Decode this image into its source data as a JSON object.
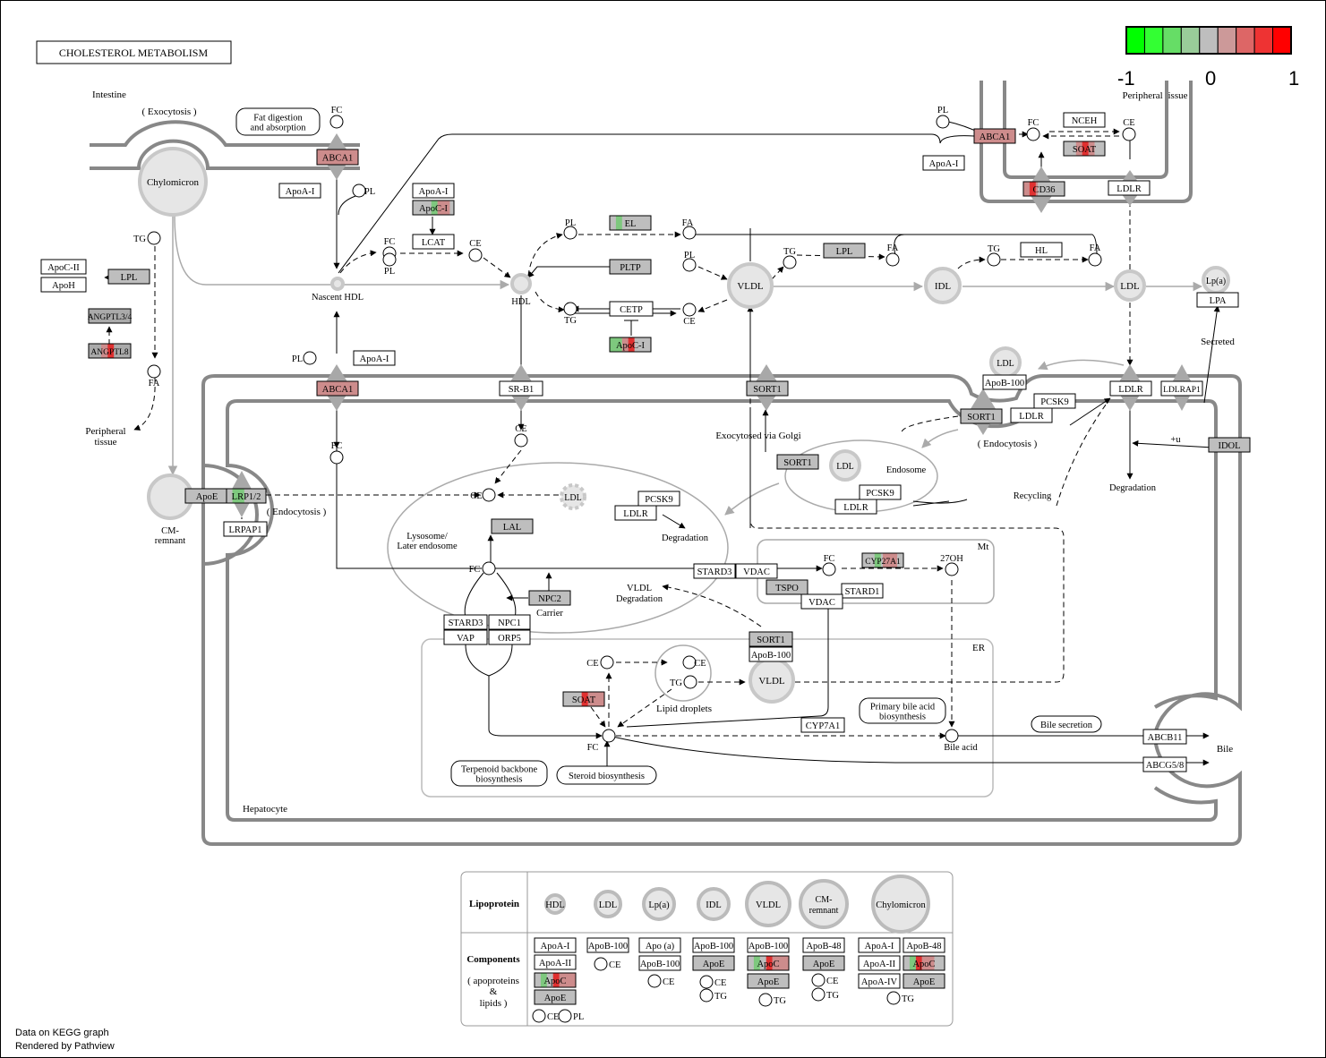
{
  "title": "CHOLESTEROL METABOLISM",
  "footer": {
    "line1": "Data on KEGG graph",
    "line2": "Rendered by Pathview"
  },
  "scale": {
    "min": "-1",
    "mid": "0",
    "max": "1",
    "caption": "Peripheral tissue",
    "colors": [
      "#00ff00",
      "#33ff33",
      "#66dd66",
      "#99cc99",
      "#bebebe",
      "#cc9999",
      "#dd6666",
      "#ee3333",
      "#ff0000"
    ]
  },
  "colors": {
    "node_gray": "#bebebe",
    "up_red": "#e03030",
    "mild_red": "#cd8888",
    "down_green": "#7ec87e",
    "membrane": "#888888",
    "sphere": "#e6e6e6"
  },
  "nodes": [
    {
      "label": "ABCA1",
      "fill": "#cd8c8c"
    },
    {
      "label": "ApoA-I",
      "fill": "#ffffff"
    },
    {
      "label": "ApoA-I",
      "fill": "#ffffff"
    },
    {
      "label": "ApoC-I",
      "fill": "#bebebe"
    },
    {
      "label": "LCAT",
      "fill": "#ffffff"
    },
    {
      "label": "ApoC-II",
      "fill": "#ffffff"
    },
    {
      "label": "LPL",
      "fill": "#bebebe"
    },
    {
      "label": "ApoH",
      "fill": "#ffffff"
    },
    {
      "label": "ANGPTL3/4",
      "fill": "#aaaaaa"
    },
    {
      "label": "ANGPTL8",
      "fill": "#aaaaaa"
    },
    {
      "label": "EL",
      "fill": "#bebebe"
    },
    {
      "label": "PLTP",
      "fill": "#bebebe"
    },
    {
      "label": "CETP",
      "fill": "#ffffff"
    },
    {
      "label": "ApoC-I",
      "fill": "#bebebe"
    },
    {
      "label": "LPL",
      "fill": "#bebebe"
    },
    {
      "label": "HL",
      "fill": "#ffffff"
    },
    {
      "label": "ApoA-I",
      "fill": "#ffffff"
    },
    {
      "label": "ABCA1",
      "fill": "#cd8c8c"
    },
    {
      "label": "NCEH",
      "fill": "#ffffff"
    },
    {
      "label": "SOAT",
      "fill": "#bebebe"
    },
    {
      "label": "CD36",
      "fill": "#bebebe"
    },
    {
      "label": "LDLR",
      "fill": "#ffffff"
    },
    {
      "label": "LPA",
      "fill": "#ffffff"
    },
    {
      "label": "ApoA-I",
      "fill": "#ffffff"
    },
    {
      "label": "ABCA1",
      "fill": "#cd8c8c"
    },
    {
      "label": "SR-B1",
      "fill": "#ffffff"
    },
    {
      "label": "SORT1",
      "fill": "#bebebe"
    },
    {
      "label": "ApoB-100",
      "fill": "#ffffff"
    },
    {
      "label": "SORT1",
      "fill": "#bebebe"
    },
    {
      "label": "LDLR",
      "fill": "#ffffff"
    },
    {
      "label": "PCSK9",
      "fill": "#ffffff"
    },
    {
      "label": "LDLR",
      "fill": "#ffffff"
    },
    {
      "label": "LDLRAP1",
      "fill": "#ffffff"
    },
    {
      "label": "IDOL",
      "fill": "#bebebe"
    },
    {
      "label": "SORT1",
      "fill": "#bebebe"
    },
    {
      "label": "PCSK9",
      "fill": "#ffffff"
    },
    {
      "label": "LDLR",
      "fill": "#ffffff"
    },
    {
      "label": "ApoE",
      "fill": "#bebebe"
    },
    {
      "label": "LRP1/2",
      "fill": "#bebebe"
    },
    {
      "label": "LRPAP1",
      "fill": "#ffffff"
    },
    {
      "label": "PCSK9",
      "fill": "#ffffff"
    },
    {
      "label": "LDLR",
      "fill": "#ffffff"
    },
    {
      "label": "LAL",
      "fill": "#bebebe"
    },
    {
      "label": "STARD3",
      "fill": "#ffffff"
    },
    {
      "label": "VDAC",
      "fill": "#ffffff"
    },
    {
      "label": "CYP27A1",
      "fill": "#bebebe"
    },
    {
      "label": "TSPO",
      "fill": "#bebebe"
    },
    {
      "label": "STARD1",
      "fill": "#ffffff"
    },
    {
      "label": "VDAC",
      "fill": "#ffffff"
    },
    {
      "label": "NPC2",
      "fill": "#bebebe"
    },
    {
      "label": "STARD3",
      "fill": "#ffffff"
    },
    {
      "label": "VAP",
      "fill": "#ffffff"
    },
    {
      "label": "NPC1",
      "fill": "#ffffff"
    },
    {
      "label": "ORP5",
      "fill": "#ffffff"
    },
    {
      "label": "SORT1",
      "fill": "#bebebe"
    },
    {
      "label": "ApoB-100",
      "fill": "#ffffff"
    },
    {
      "label": "SOAT",
      "fill": "#bebebe"
    },
    {
      "label": "CYP7A1",
      "fill": "#ffffff"
    },
    {
      "label": "ABCB11",
      "fill": "#ffffff"
    },
    {
      "label": "ABCG5/8",
      "fill": "#ffffff"
    }
  ],
  "circles": [
    {
      "label": "FC"
    },
    {
      "label": "PL"
    },
    {
      "label": "TG"
    },
    {
      "label": "FA"
    },
    {
      "label": "FC"
    },
    {
      "label": "PL"
    },
    {
      "label": "CE"
    },
    {
      "label": "PL"
    },
    {
      "label": "FA"
    },
    {
      "label": "PL"
    },
    {
      "label": "TG"
    },
    {
      "label": "CE"
    },
    {
      "label": "TG"
    },
    {
      "label": "FA"
    },
    {
      "label": "TG"
    },
    {
      "label": "FA"
    },
    {
      "label": "PL"
    },
    {
      "label": "FC"
    },
    {
      "label": "CE"
    },
    {
      "label": "PL"
    },
    {
      "label": "FC"
    },
    {
      "label": "CE"
    },
    {
      "label": "CE"
    },
    {
      "label": "FC"
    },
    {
      "label": "FC"
    },
    {
      "label": "27OH"
    },
    {
      "label": "CE"
    },
    {
      "label": "CE"
    },
    {
      "label": "TG"
    },
    {
      "label": "FC"
    },
    {
      "label": "Bile acid"
    }
  ],
  "spheres": [
    {
      "label": "Chylomicron"
    },
    {
      "label": "Nascent HDL"
    },
    {
      "label": "HDL"
    },
    {
      "label": "VLDL"
    },
    {
      "label": "IDL"
    },
    {
      "label": "LDL"
    },
    {
      "label": "Lp(a)"
    },
    {
      "label": "LDL"
    },
    {
      "label": "CM-remnant"
    },
    {
      "label": "LDL"
    },
    {
      "label": "LDL"
    },
    {
      "label": "VLDL"
    }
  ],
  "labels": [
    {
      "text": "Intestine"
    },
    {
      "text": "( Exocytosis )"
    },
    {
      "text": "Peripheral"
    },
    {
      "text": "tissue"
    },
    {
      "text": "Secreted"
    },
    {
      "text": "( Endocytosis )"
    },
    {
      "text": "Exocytosed via Golgi"
    },
    {
      "text": "Endosome"
    },
    {
      "text": "Recycling"
    },
    {
      "text": "Degradation"
    },
    {
      "text": "+u"
    },
    {
      "text": "( Endocytosis )"
    },
    {
      "text": "CM-"
    },
    {
      "text": "remnant"
    },
    {
      "text": "Lysosome/"
    },
    {
      "text": "Later endosome"
    },
    {
      "text": "Degradation"
    },
    {
      "text": "Carrier"
    },
    {
      "text": "VLDL"
    },
    {
      "text": "Degradation"
    },
    {
      "text": "Mt"
    },
    {
      "text": "ER"
    },
    {
      "text": "Lipid droplets"
    },
    {
      "text": "Bile"
    },
    {
      "text": "Hepatocyte"
    }
  ],
  "maps": [
    {
      "lines": [
        "Fat digestion",
        "and absorption"
      ]
    },
    {
      "lines": [
        "Primary bile acid",
        "biosynthesis"
      ]
    },
    {
      "lines": [
        "Bile secretion"
      ]
    },
    {
      "lines": [
        "Terpenoid backbone",
        "biosynthesis"
      ]
    },
    {
      "lines": [
        "Steroid biosynthesis"
      ]
    }
  ],
  "legend": {
    "row1_title": "Lipoprotein",
    "row2_title": "Components",
    "row2_sub": [
      "( apoproteins",
      "&",
      "lipids )"
    ],
    "lipoproteins": [
      "HDL",
      "LDL",
      "Lp(a)",
      "IDL",
      "VLDL",
      "CM-remnant",
      "Chylomicron"
    ],
    "components": [
      [
        "ApoA-I",
        "ApoA-II",
        "ApoC",
        "ApoE",
        "CE",
        "PL"
      ],
      [
        "ApoB-100",
        "CE"
      ],
      [
        "Apo (a)",
        "ApoB-100",
        "CE"
      ],
      [
        "ApoB-100",
        "ApoE",
        "CE",
        "TG"
      ],
      [
        "ApoB-100",
        "ApoC",
        "ApoE",
        "TG"
      ],
      [
        "ApoB-48",
        "ApoE",
        "CE",
        "TG"
      ],
      [
        "ApoA-I",
        "ApoB-48",
        "ApoA-II",
        "ApoC",
        "ApoA-IV",
        "ApoE",
        "TG"
      ]
    ]
  }
}
